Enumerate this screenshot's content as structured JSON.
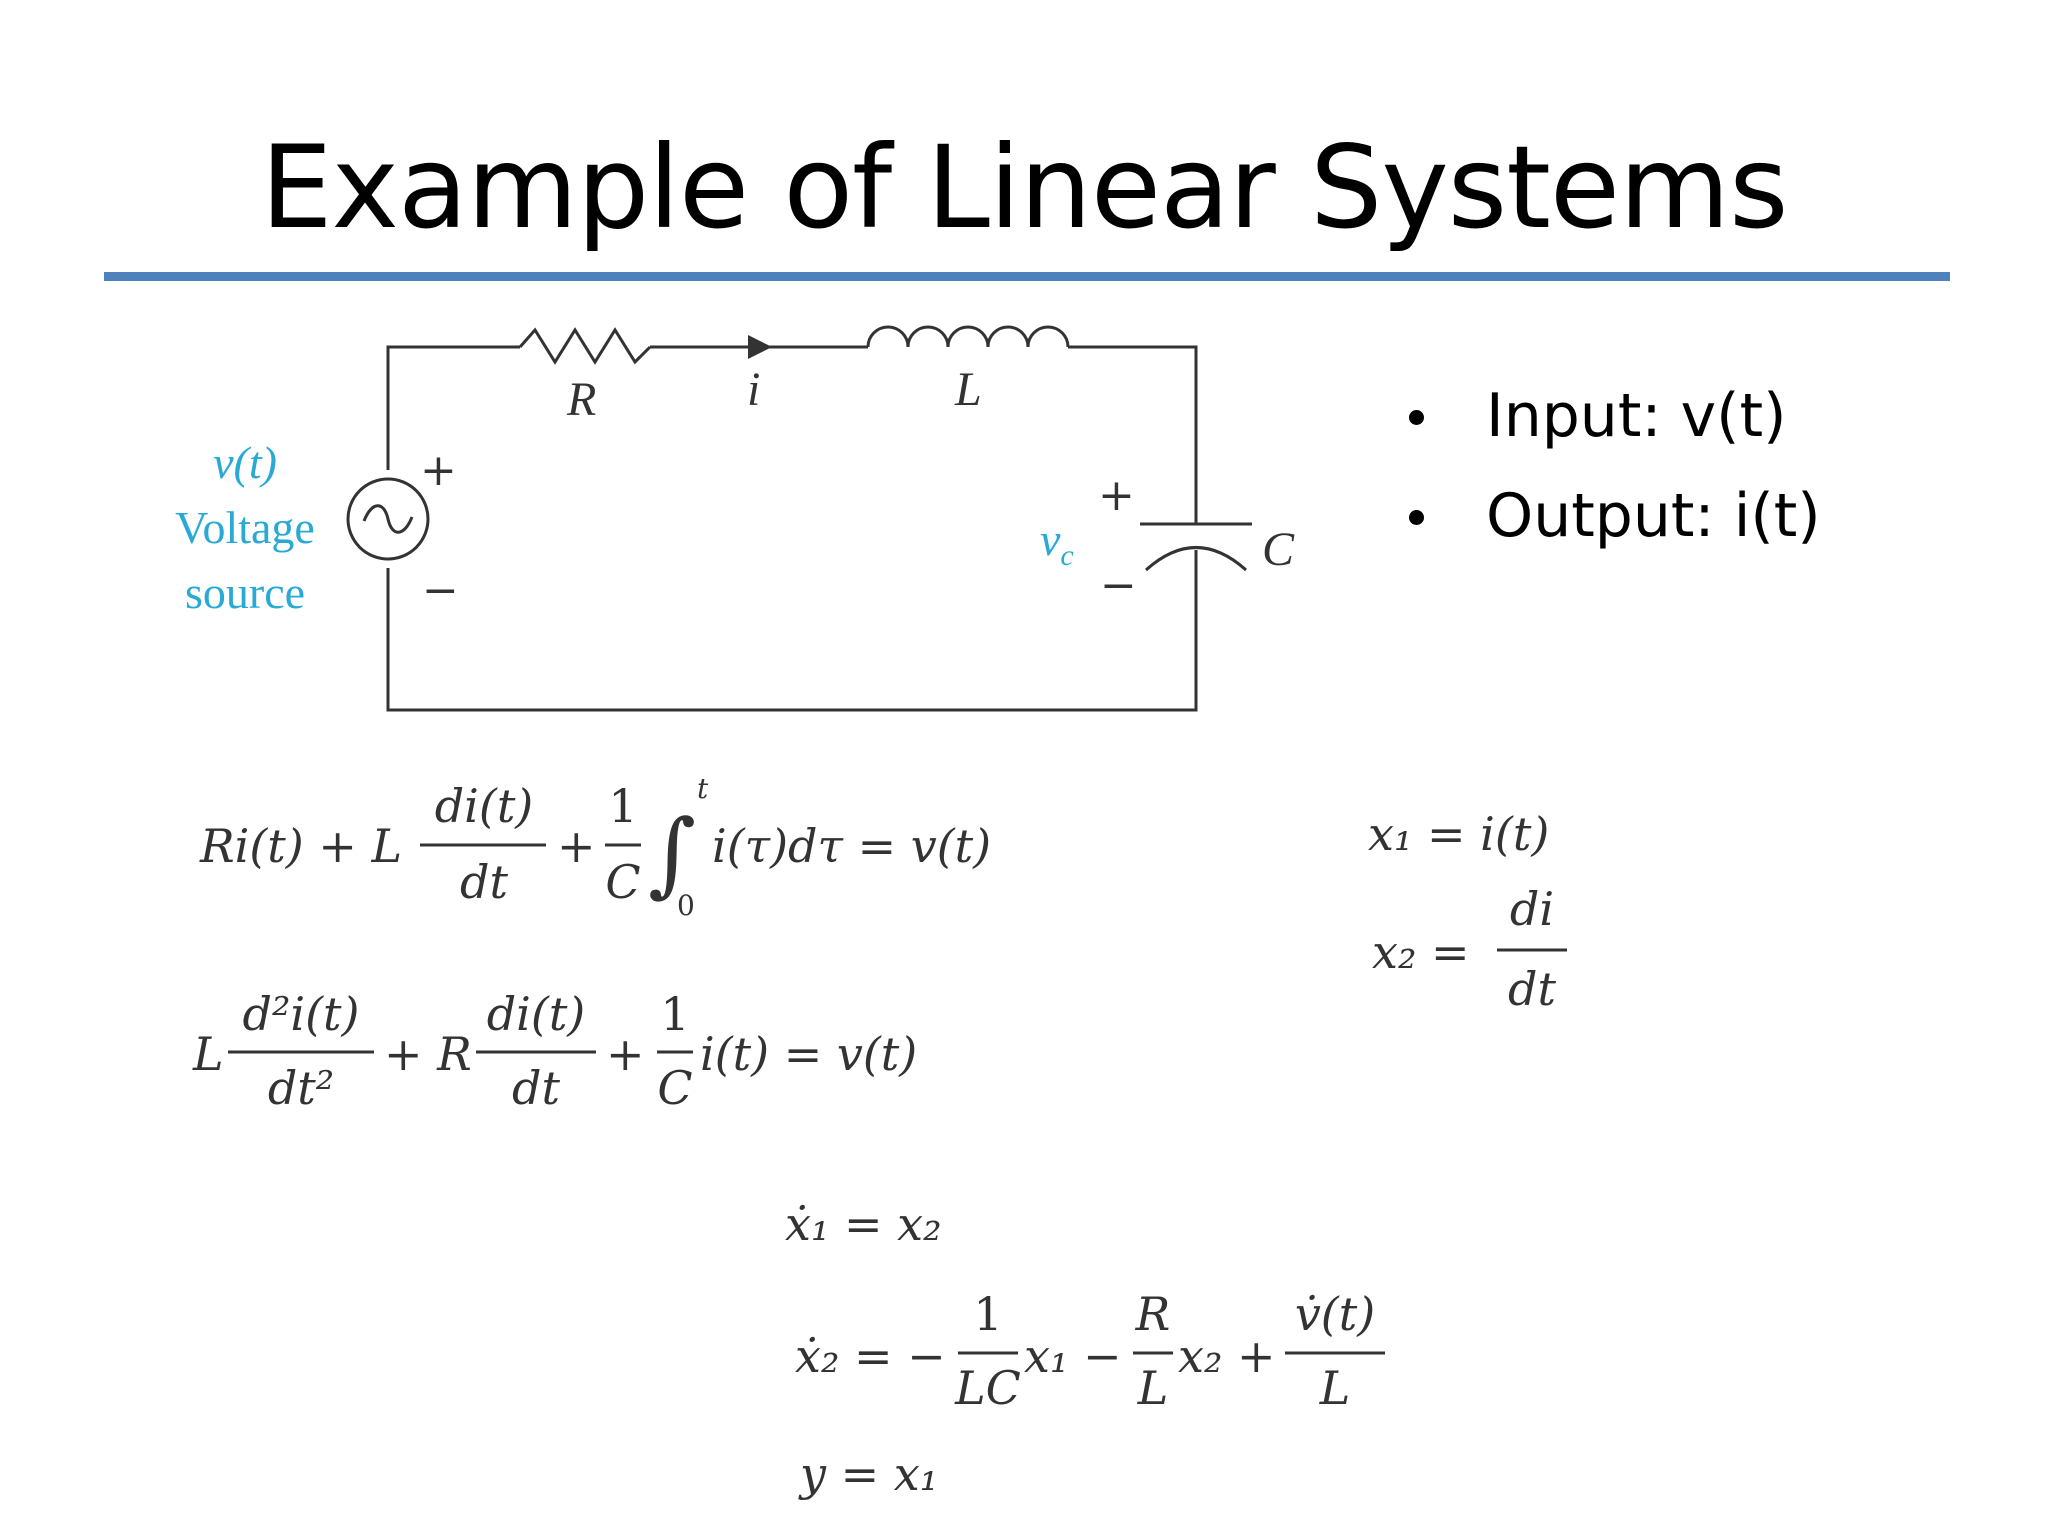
{
  "slide": {
    "title": "Example of Linear Systems",
    "accent_color": "#4f81bd"
  },
  "bullets": [
    "Input: v(t)",
    "Output: i(t)"
  ],
  "circuit": {
    "source_signal": "v(t)",
    "source_label_line1": "Voltage",
    "source_label_line2": "source",
    "source_symbol": "~",
    "plus": "+",
    "minus": "−",
    "resistor": "R",
    "current": "i",
    "inductor": "L",
    "capacitor": "C",
    "capacitor_voltage": "v",
    "capacitor_voltage_sub": "c",
    "label_color": "#29a9d6"
  },
  "equations": {
    "eq1": {
      "left": "Ri(t) + L",
      "frac1_num": "di(t)",
      "frac1_den": "dt",
      "plus": "+",
      "frac2_num": "1",
      "frac2_den": "C",
      "int_sym": "∫",
      "int_upper": "t",
      "int_lower": "0",
      "rest": "i(τ)dτ = v(t)"
    },
    "eq2": {
      "left": "L",
      "frac1_num": "d²i(t)",
      "frac1_den": "dt²",
      "mid": "+ R",
      "frac2_num": "di(t)",
      "frac2_den": "dt",
      "plus": "+",
      "frac3_num": "1",
      "frac3_den": "C",
      "rest": "i(t) = v(t)"
    },
    "state_def": {
      "x1": "x₁ = i(t)",
      "x2_left": "x₂ =",
      "x2_num": "di",
      "x2_den": "dt"
    },
    "state_eq": {
      "x1dot": "ẋ₁ = x₂",
      "x2dot_left": "ẋ₂ = −",
      "f1_num": "1",
      "f1_den": "LC",
      "t1": "x₁ −",
      "f2_num": "R",
      "f2_den": "L",
      "t2": "x₂ +",
      "f3_num": "v̇(t)",
      "f3_den": "L",
      "output": "y = x₁"
    }
  }
}
